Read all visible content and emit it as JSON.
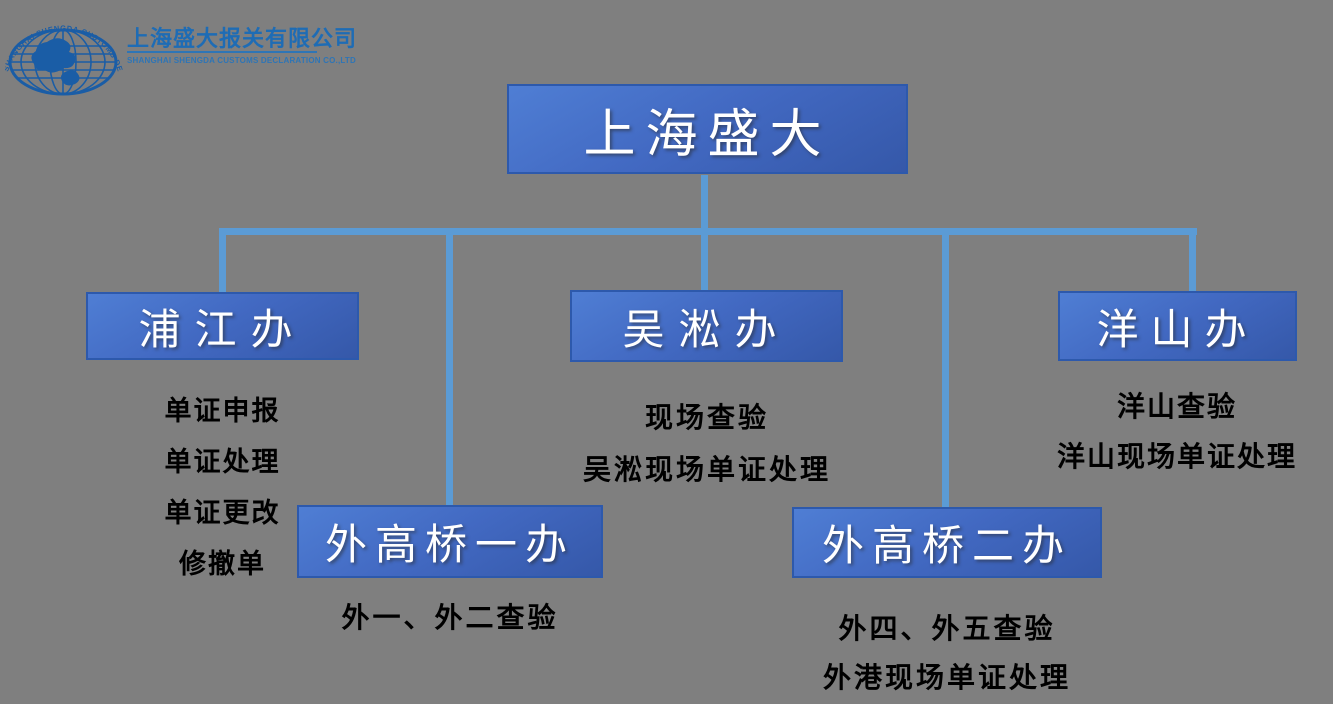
{
  "colors": {
    "background": "#7F7F7F",
    "box_fill_top": "#4F7ED4",
    "box_fill_bottom": "#3558A9",
    "box_border": "#2D59AC",
    "connector": "#5B9BD5",
    "brand_blue": "#2E75B6",
    "brand_name_blue": "#1E6CB5",
    "logo_blue": "#1A5DA6",
    "box_label_text": "#FFFFFF",
    "list_text": "#000000"
  },
  "header": {
    "logo_icon": "globe-with-arc-text",
    "logo_arc_text": "SHANGHAI SHENGDA CUSTOMS DECLARATION CO.,LTD",
    "company_name_cn": "上海盛大报关有限公司",
    "company_name_en": "SHANGHAI SHENGDA CUSTOMS DECLARATION CO.,LTD"
  },
  "org_chart": {
    "root": {
      "label": "上海盛大"
    },
    "branches": [
      {
        "id": "pujiang",
        "label": "浦江办",
        "items": [
          "单证申报",
          "单证处理",
          "单证更改",
          "修撤单"
        ]
      },
      {
        "id": "waigaoqiao-1",
        "label": "外高桥一办",
        "items": [
          "外一、外二查验"
        ]
      },
      {
        "id": "wusong",
        "label": "吴淞办",
        "items": [
          "现场查验",
          "吴淞现场单证处理"
        ]
      },
      {
        "id": "waigaoqiao-2",
        "label": "外高桥二办",
        "items": [
          "外四、外五查验",
          "外港现场单证处理"
        ]
      },
      {
        "id": "yangshan",
        "label": "洋山办",
        "items": [
          "洋山查验",
          "洋山现场单证处理"
        ]
      }
    ]
  }
}
